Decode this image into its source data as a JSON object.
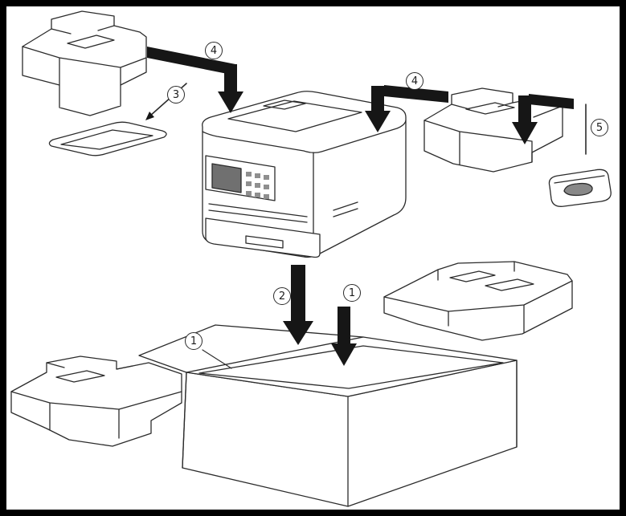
{
  "figure": {
    "type": "packing-instruction-diagram",
    "colors": {
      "background": "#000000",
      "canvas": "#ffffff",
      "line": "#2b2b2b",
      "arrow": "#161616"
    }
  },
  "steps": [
    {
      "name": "step-1-bottom-left-foam",
      "label": "1"
    },
    {
      "name": "step-1-bottom-right-foam",
      "label": "1"
    },
    {
      "name": "step-2-printer-into-box",
      "label": "2"
    },
    {
      "name": "step-3-tray",
      "label": "3"
    },
    {
      "name": "step-4-left-packing-piece",
      "label": "4"
    },
    {
      "name": "step-4-right-packing-piece",
      "label": "4"
    },
    {
      "name": "step-5-accessory-bag",
      "label": "5"
    }
  ]
}
